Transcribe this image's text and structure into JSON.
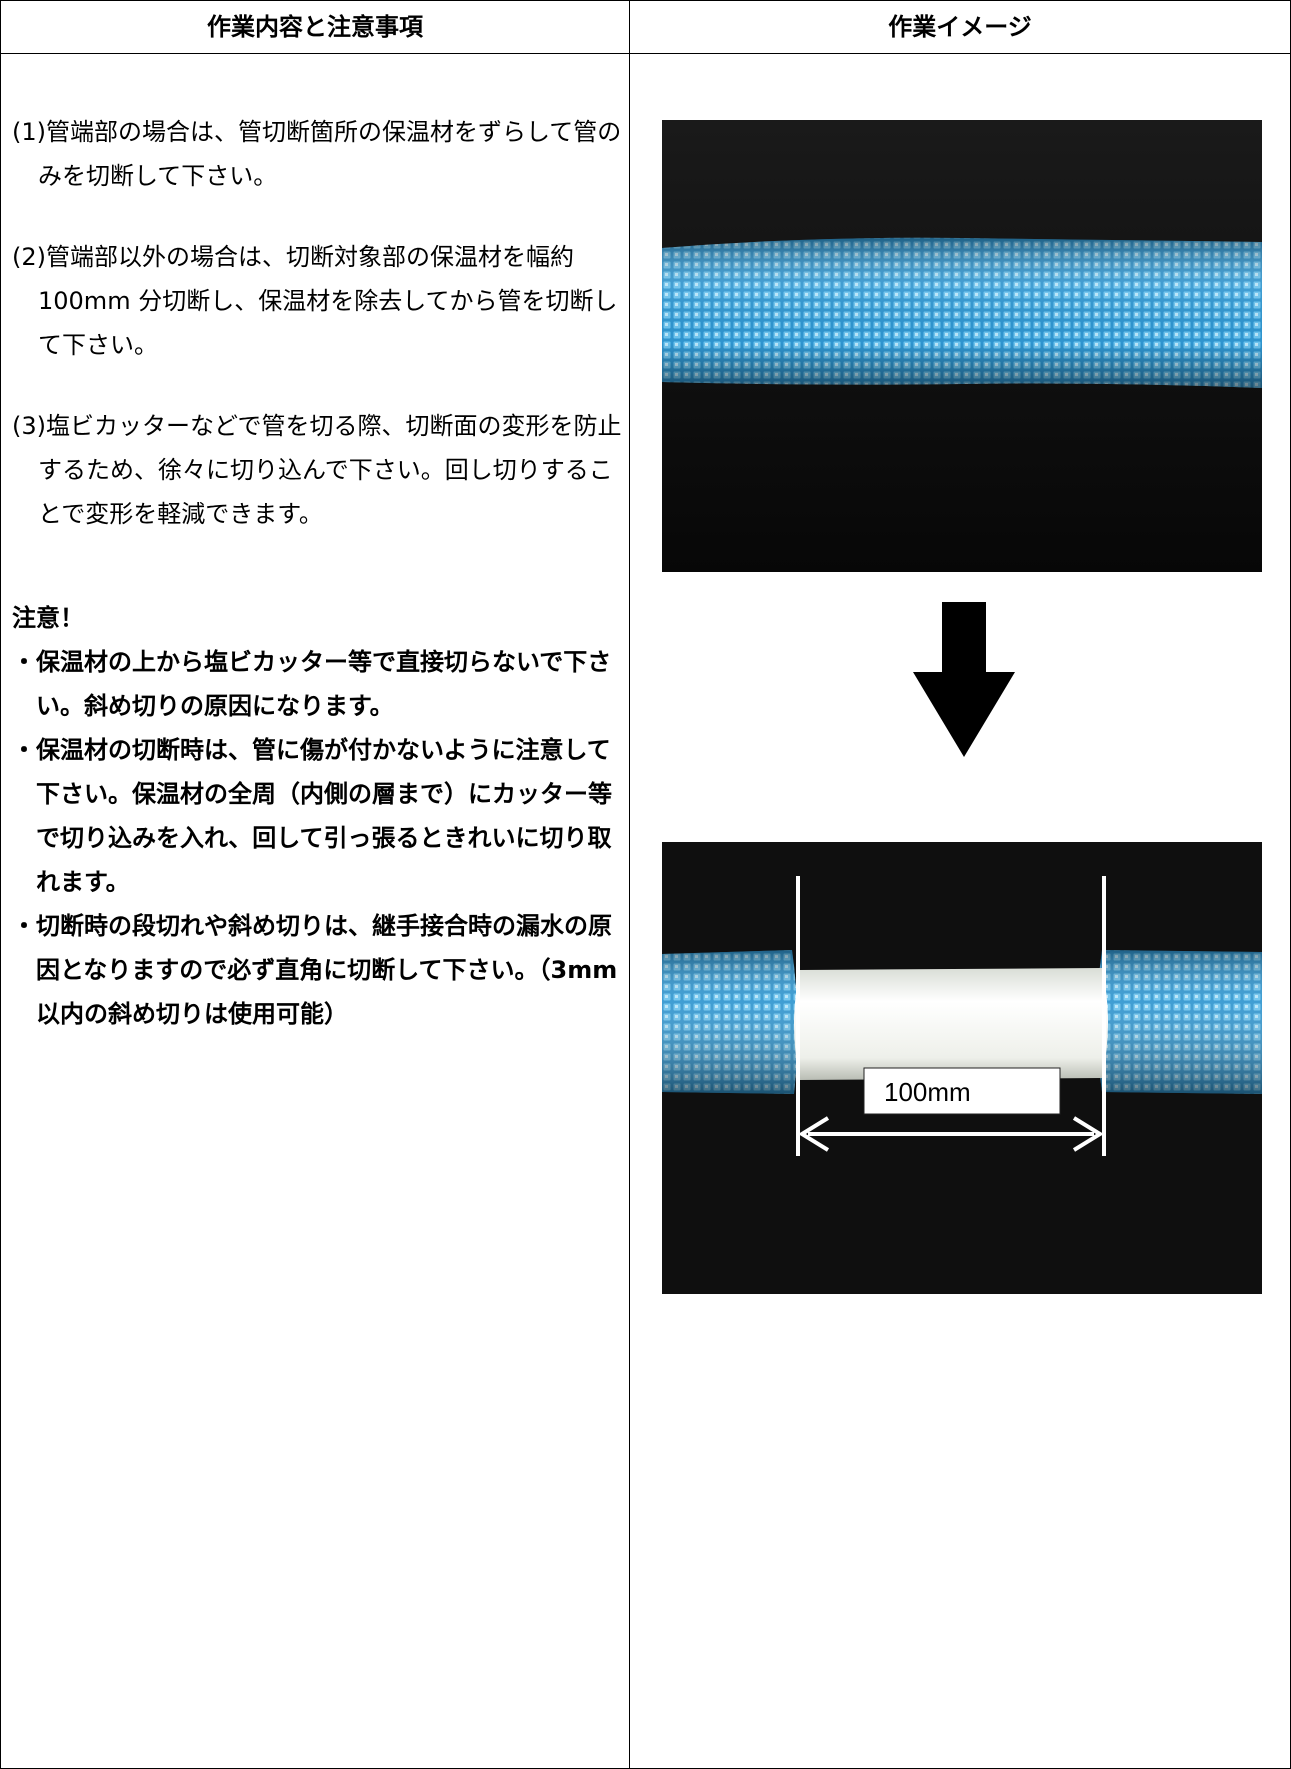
{
  "header": {
    "left_title": "作業内容と注意事項",
    "right_title": "作業イメージ"
  },
  "steps": [
    "(1)管端部の場合は、管切断箇所の保温材をずらして管のみを切断して下さい。",
    "(2)管端部以外の場合は、切断対象部の保温材を幅約 100mm 分切断し、保温材を除去してから管を切断して下さい。",
    "(3)塩ビカッターなどで管を切る際、切断面の変形を防止するため、徐々に切り込んで下さい。回し切りすることで変形を軽減できます。"
  ],
  "notice": {
    "title": "注意！",
    "items": [
      "・保温材の上から塩ビカッター等で直接切らないで下さい。斜め切りの原因になります。",
      "・保温材の切断時は、管に傷が付かないように注意して下さい。保温材の全周（内側の層まで）にカッター等で切り込みを入れ、回して引っ張るときれいに切り取れます。",
      "・切断時の段切れや斜め切りは、継手接合時の漏水の原因となりますので必ず直角に切断して下さい。（3mm 以内の斜め切りは使用可能）"
    ]
  },
  "images": {
    "measure_label": "100mm",
    "colors": {
      "insulation_blue": "#3aa6dc",
      "pipe_white": "#f4f6f2",
      "background_dark": "#0d0d0d"
    }
  }
}
